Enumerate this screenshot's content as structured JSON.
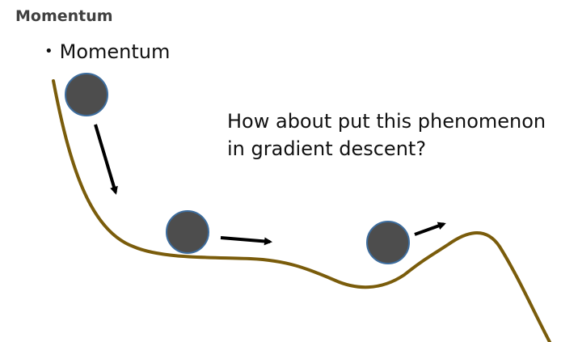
{
  "slide": {
    "title": "Momentum",
    "bullet": "Momentum",
    "question_line1": "How about put this phenomenon",
    "question_line2": "in gradient descent?"
  },
  "colors": {
    "curve": "#7a5c0b",
    "ball_fill": "#4d4d4d",
    "ball_stroke": "#3d6d9e",
    "arrow": "#000000",
    "title_text": "#404040"
  }
}
